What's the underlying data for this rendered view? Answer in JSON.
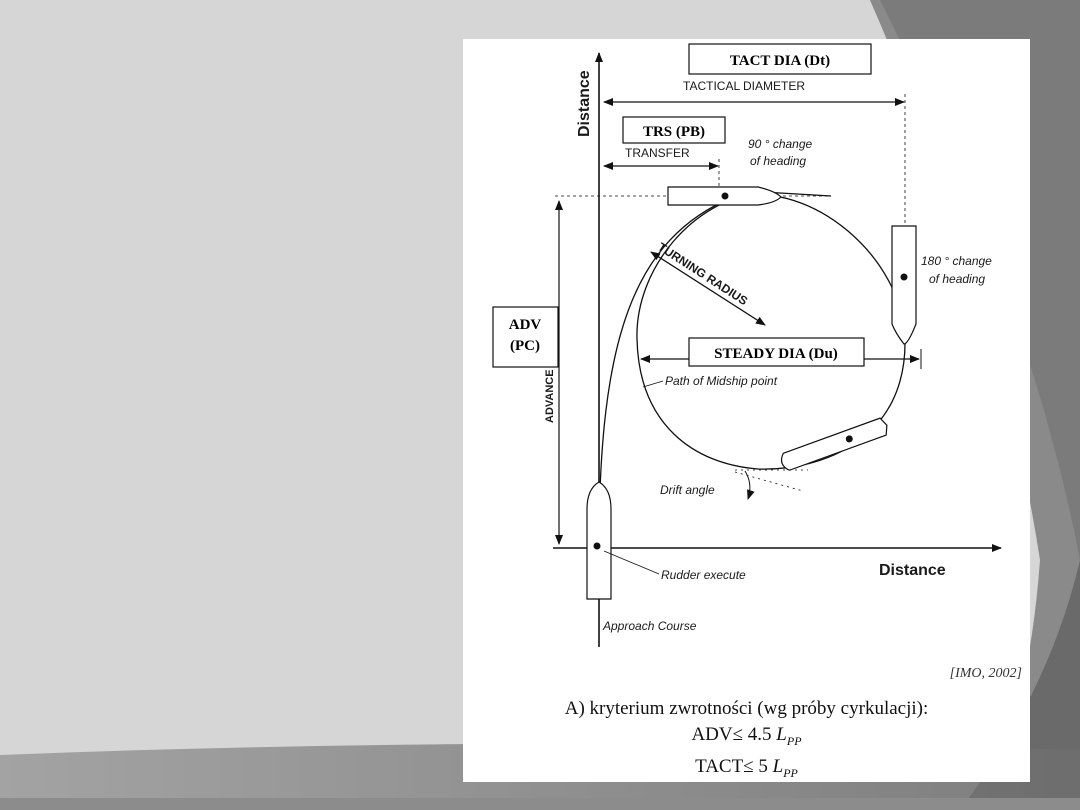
{
  "source": "[IMO, 2002]",
  "caption": {
    "line1": "A) kryterium zwrotności (wg próby cyrkulacji):",
    "line2_prefix": "ADV≤ 4.5 ",
    "line3_prefix": "TACT≤ 5 ",
    "symbol_main": "L",
    "symbol_sub": "PP"
  },
  "diagram": {
    "axis_y_label": "Distance",
    "axis_x_label": "Distance",
    "box_tact": "TACT DIA (Dt)",
    "tactical_diameter": "TACTICAL DIAMETER",
    "box_trs": "TRS (PB)",
    "transfer": "TRANSFER",
    "change90_line1": "90 ° change",
    "change90_line2": "of heading",
    "change180_line1": "180 ° change",
    "change180_line2": "of heading",
    "turning_radius": "TURNING RADIUS",
    "box_adv_line1": "ADV",
    "box_adv_line2": "(PC)",
    "advance": "ADVANCE",
    "box_steady": "STEADY DIA (Du)",
    "path_label": "Path of Midship point",
    "drift_angle": "Drift angle",
    "rudder_execute": "Rudder execute",
    "approach_course": "Approach Course"
  }
}
